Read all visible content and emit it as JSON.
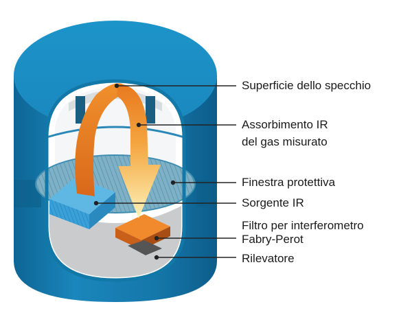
{
  "diagram": {
    "labels": {
      "mirror_surface": "Superficie dello specchio",
      "ir_absorption_line1": "Assorbimento IR",
      "ir_absorption_line2": "del gas misurato",
      "protective_window": "Finestra protettiva",
      "ir_source": "Sorgente IR",
      "filter_line1": "Filtro per interferometro",
      "filter_line2": "Fabry-Perot",
      "detector": "Rilevatore"
    },
    "colors": {
      "cylinder_top": "#1a8fc4",
      "cylinder_side": "#1070a0",
      "cylinder_rim": "#2aa0d2",
      "interior_floor": "#c8c8c8",
      "window_glass": "#7fb8d0",
      "source_block": "#3aa0d8",
      "filter_block": "#e07a20",
      "arrow_orange": "#e8781e",
      "arrow_yellow": "#fbe27a",
      "leader_line": "#222222"
    }
  }
}
